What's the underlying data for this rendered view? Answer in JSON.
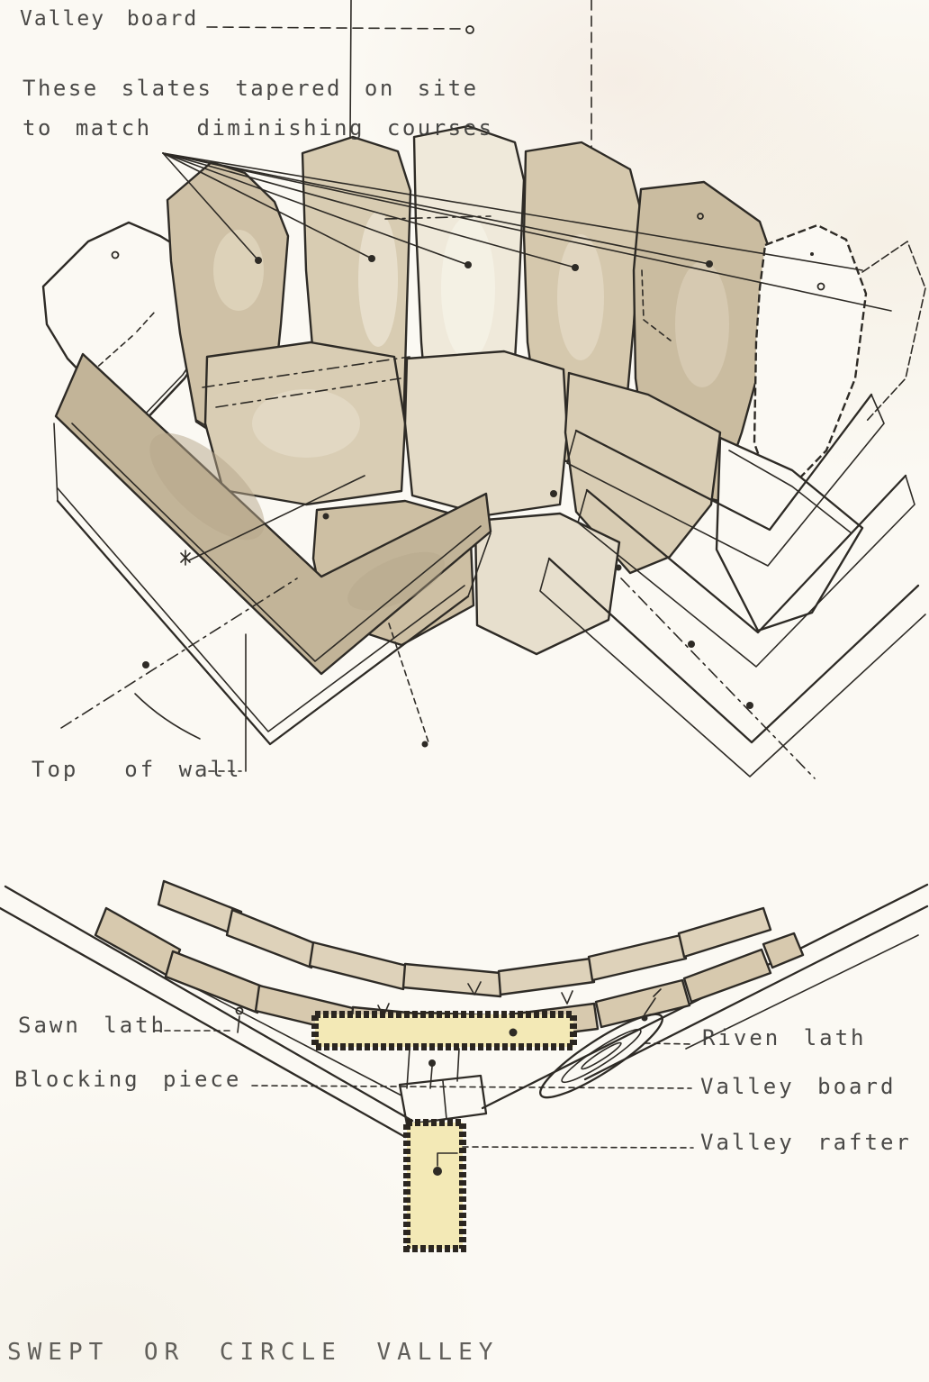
{
  "title": "SWEPT OR CIRCLE VALLEY",
  "plan_view": {
    "labels": {
      "valley_board": "Valley board",
      "tapered_note_line1": "These slates tapered on site",
      "tapered_note_line2": "to match  diminishing courses",
      "top_of_wall": "Top  of wall"
    }
  },
  "section_view": {
    "labels": {
      "sawn_lath": "Sawn lath",
      "blocking_piece": "Blocking piece",
      "riven_lath": "Riven lath",
      "valley_board": "Valley board",
      "valley_rafter": "Valley rafter"
    }
  },
  "colors": {
    "paper": "#fbf9f3",
    "ink": "#2e2b26",
    "slate_tan": "#cfc1a6",
    "slate_tan_dark": "#c2b498",
    "slate_tan_light": "#d9cdb4",
    "slate_cream": "#efe9da",
    "wood_yellow": "#f3e9b6"
  }
}
